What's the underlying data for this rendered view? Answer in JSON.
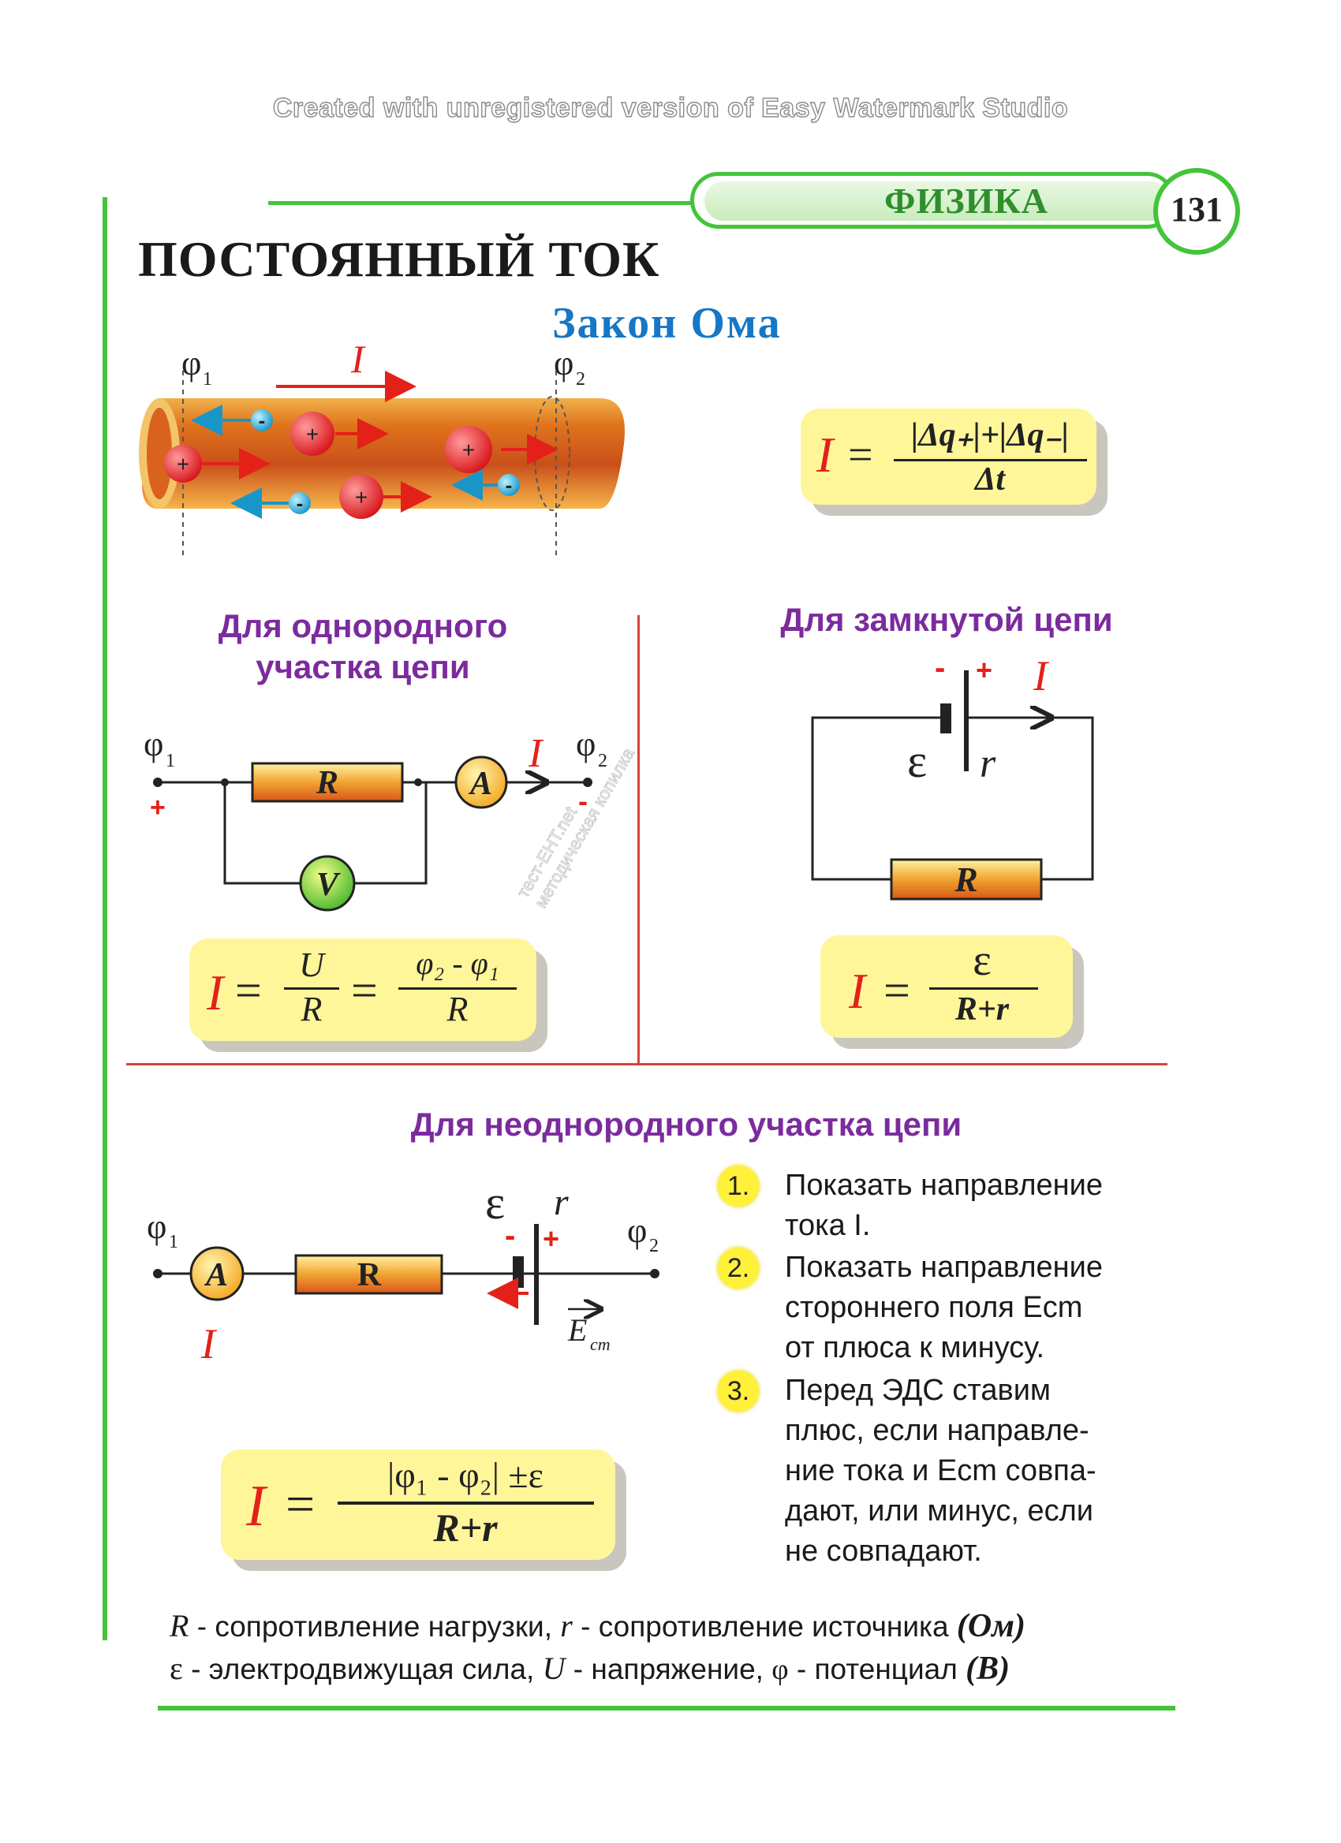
{
  "watermark": "Created with unregistered version of Easy Watermark Studio",
  "header": {
    "subject": "ФИЗИКА",
    "page_number": "131"
  },
  "main_title": "ПОСТОЯННЫЙ ТОК",
  "law_title": "Закон Ома",
  "conductor": {
    "phi1": "φ",
    "phi1_sub": "1",
    "phi2": "φ",
    "phi2_sub": "2",
    "current": "I",
    "plus": "+",
    "minus": "-"
  },
  "formula_charge": {
    "lhs": "I",
    "numerator": "|Δq₊|+|Δq₋|",
    "denominator": "Δt"
  },
  "homogeneous": {
    "title_line1": "Для однородного",
    "title_line2": "участка цепи",
    "phi1": "φ",
    "phi1_sub": "1",
    "phi2": "φ",
    "phi2_sub": "2",
    "current": "I",
    "plus": "+",
    "minus": "-",
    "resistor": "R",
    "ammeter": "A",
    "voltmeter": "V",
    "formula": {
      "lhs": "I",
      "num1": "U",
      "den1": "R",
      "num2": "φ₂ - φ₁",
      "den2": "R"
    }
  },
  "closed": {
    "title": "Для замкнутой цепи",
    "minus": "-",
    "plus": "+",
    "current": "I",
    "emf": "ε",
    "internal": "r",
    "resistor": "R",
    "formula": {
      "lhs": "I",
      "numerator": "ε",
      "denominator": "R+r"
    }
  },
  "inhomogeneous": {
    "title": "Для неоднородного участка цепи",
    "phi1": "φ",
    "phi1_sub": "1",
    "phi2": "φ",
    "phi2_sub": "2",
    "ammeter": "A",
    "resistor": "R",
    "emf": "ε",
    "internal": "r",
    "minus": "-",
    "plus": "+",
    "current": "I",
    "field": "E",
    "field_sub": "cm",
    "formula": {
      "lhs": "I",
      "numerator": "|φ₁ - φ₂| ±ε",
      "denominator": "R+r"
    },
    "steps": [
      {
        "num": "1.",
        "lines": [
          "Показать направление",
          "тока I."
        ]
      },
      {
        "num": "2.",
        "lines": [
          "Показать направление",
          "стороннего поля Ecm",
          "от плюса к минусу."
        ]
      },
      {
        "num": "3.",
        "lines": [
          "Перед ЭДС ставим",
          "плюс, если направле-",
          "ние тока и Ecm  совпа-",
          "дают, или минус, если",
          "не совпадают."
        ]
      }
    ]
  },
  "legend": {
    "line1": {
      "R": "R",
      "t1": " - сопротивление нагрузки, ",
      "r": "r",
      "t2": " - сопротивление источника ",
      "unit": "(Ом)"
    },
    "line2": {
      "emf": "ε",
      "t1": " - электродвижущая сила, ",
      "U": "U",
      "t2": " - напряжение, ",
      "phi": "φ",
      "t3": " - потенциал ",
      "unit": "(B)"
    }
  },
  "side_watermark": [
    "тест-ЕНТ.net",
    "методическая копилка"
  ],
  "colors": {
    "green": "#43c43a",
    "purple": "#7b2b9e",
    "blue": "#1677c6",
    "red": "#e32119",
    "formula_bg": "#fff69a"
  }
}
